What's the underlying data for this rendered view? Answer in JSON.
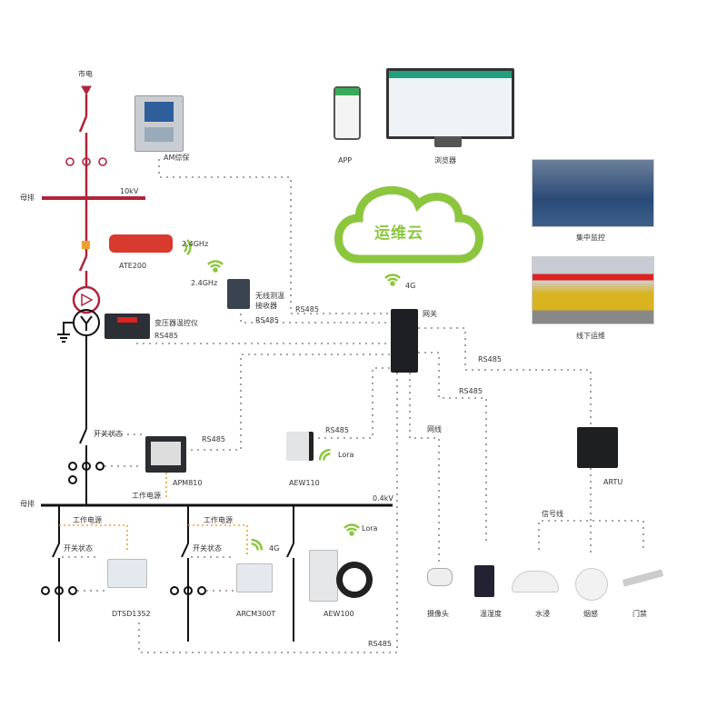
{
  "colors": {
    "hv_line": "#b0243c",
    "lv_line": "#111111",
    "dashed": "#888888",
    "power_dashed": "#f0a030",
    "cloud": "#8cc63f",
    "wireless": "#8cc63f"
  },
  "hv": {
    "utility": "市电",
    "busbar": "母排",
    "voltage": "10kV",
    "protection": "AM综保",
    "temp_sensor": "ATE200",
    "freq1": "2.4GHz",
    "freq2": "2.4GHz",
    "receiver_l1": "无线测温",
    "receiver_l2": "接收器",
    "transformer_ctrl": "变压器温控仪"
  },
  "links": {
    "rs485_receiver": "RS485",
    "rs485_receiver2": "RS485",
    "rs485_transformer": "RS485",
    "rs485_apm": "RS485",
    "rs485_aew110": "RS485",
    "rs485_artu": "RS485",
    "rs485_env": "RS485",
    "rs485_bottom": "RS485",
    "ethernet": "网线",
    "signal": "信号线"
  },
  "cloud": {
    "label": "运维云",
    "uplink": "4G"
  },
  "gateway": {
    "label": "网关"
  },
  "clients": {
    "app": "APP",
    "browser": "浏览器",
    "monitoring": "集中监控",
    "onsite": "线下运维"
  },
  "lv": {
    "busbar": "母排",
    "voltage": "0.4kV",
    "switch_state": "开关状态",
    "power": "工作电源",
    "apm": "APM810",
    "aew110": "AEW110",
    "lora1": "Lora",
    "lora2": "Lora",
    "g4": "4G",
    "dtsd": "DTSD1352",
    "arcm": "ARCM300T",
    "aew100": "AEW100",
    "switch_state2": "开关状态",
    "switch_state3": "开关状态",
    "power2": "工作电源",
    "power3": "工作电源"
  },
  "env": {
    "artu": "ARTU",
    "sensors": [
      "摄像头",
      "温湿度",
      "水浸",
      "烟感",
      "门禁"
    ]
  }
}
